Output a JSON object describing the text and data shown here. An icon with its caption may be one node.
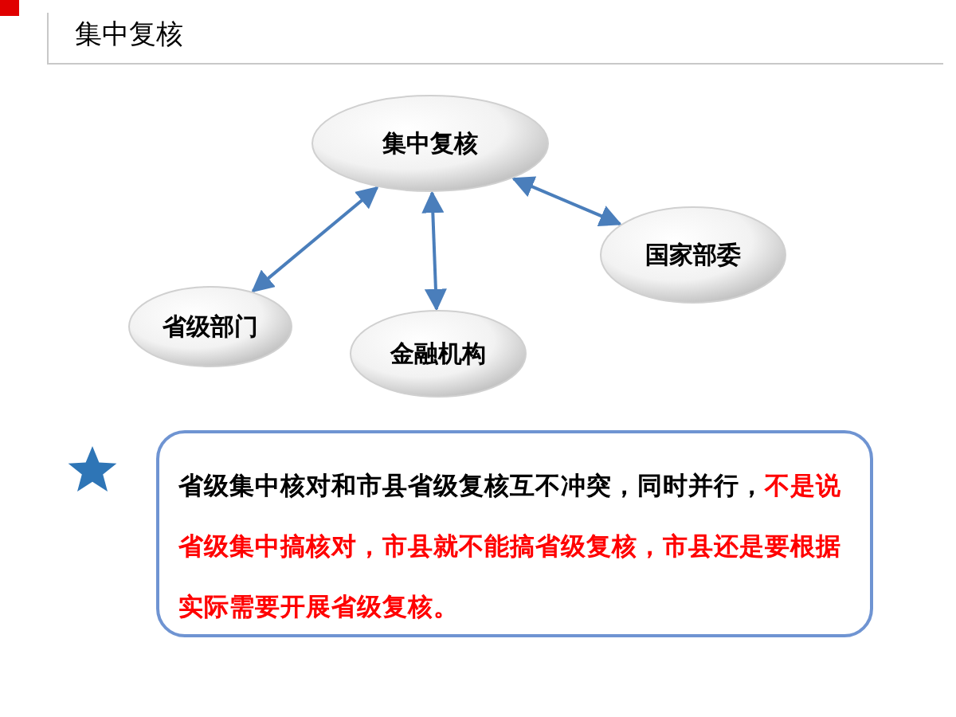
{
  "diagram": {
    "title": "集中复核",
    "nodes": [
      {
        "text": [
          "集中复核"
        ]
      },
      {
        "text": [
          "省级部门"
        ]
      },
      {
        "text": [
          "金融机构"
        ]
      },
      {
        "text": [
          "国家部委"
        ]
      },
      {
        "text": [
          "省级集中核对和市县省级复核互不冲突，同时并行，",
          "不是说省级集中搞核对，市县就不能搞省级复核，市县还是要根据实际需要开展省级复核。"
        ]
      }
    ],
    "edges": [
      {
        "from": 0,
        "to": 1,
        "arrow": "both"
      },
      {
        "from": 0,
        "to": 2,
        "arrow": "both"
      },
      {
        "from": 0,
        "to": 3,
        "arrow": "both"
      }
    ]
  }
}
